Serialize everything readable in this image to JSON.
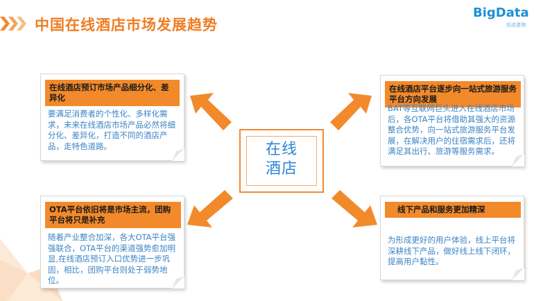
{
  "header": {
    "title": "中国在线酒店市场发展趋势",
    "logo_text": "BigData",
    "logo_sub": "比达咨询"
  },
  "center": {
    "line1": "在线",
    "line2": "酒店"
  },
  "cards": {
    "top_left": {
      "title": "在线酒店预订市场产品细分化、差异化",
      "body": "要满足消费者的个性化、多样化需求，未来在线酒店市场产品必然将细分化、差异化，打造不同的酒店产品，走特色道路。"
    },
    "top_right": {
      "title": "在线酒店平台逐步向一站式旅游服务平台方向发展",
      "body": "BAT等互联网巨头进入在线酒店市场后，各OTA平台将借助其强大的资源整合优势，向一站式旅游服务平台发展，在解决用户的住宿需求后，还将满足其出行、旅游等服务需求。"
    },
    "bottom_left": {
      "title": "OTA平台依旧将是市场主流，团购平台将只是补充",
      "body": "随着产业整合加深，各大OTA平台强强联合，OTA平台的渠道强势愈加明显,在线酒店预订入口优势进一步巩固，相比，团购平台则处于弱势地位。"
    },
    "bottom_right": {
      "title": "线下产品和服务更加精深",
      "body": "为形成更好的用户体验，线上平台将深耕线下产品，做好线上线下闭环，提高用户黏性。"
    }
  },
  "colors": {
    "accent": "#ee7d22",
    "header_fill": "#f28a2c",
    "body_text": "#3b84c6",
    "center_text": "#2f86d6"
  }
}
